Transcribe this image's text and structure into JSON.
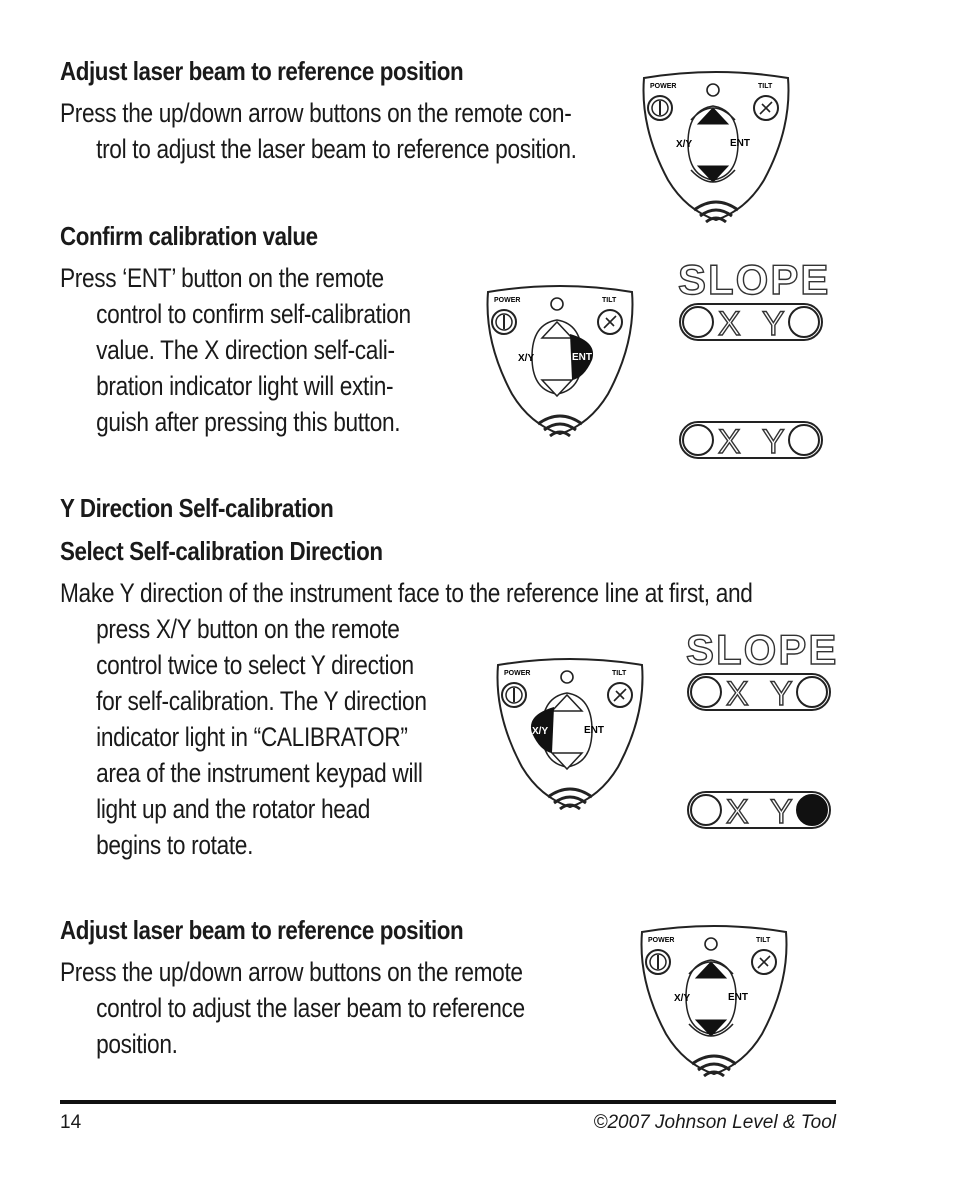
{
  "section1": {
    "heading": "Adjust laser beam to reference position",
    "lines": [
      "Press the up/down arrow buttons on the remote con-",
      "trol  to adjust the laser beam to reference position."
    ]
  },
  "section2": {
    "heading": "Confirm calibration value",
    "lines": [
      "Press ‘ENT’ button on the remote",
      "control to confirm self-calibration",
      "value.  The X direction self-cali-",
      "bration indicator light will extin-",
      "guish after pressing this button."
    ]
  },
  "section3": {
    "heading1": "Y Direction Self-calibration",
    "heading2": "Select Self-calibration Direction",
    "lines": [
      "Make Y direction of the instrument face to the reference line at first, and",
      "press X/Y button on the remote",
      "control twice to select Y direction",
      "for self-calibration.  The Y direction",
      "indicator light in “CALIBRATOR”",
      "area of the instrument keypad will",
      "light up and the rotator head",
      "begins to rotate."
    ]
  },
  "section4": {
    "heading": "Adjust laser beam to reference position",
    "lines": [
      "Press the up/down arrow buttons on the remote",
      "control  to adjust the laser beam to reference",
      "position."
    ]
  },
  "remote": {
    "power": "POWER",
    "tilt": "TILT",
    "xy": "X/Y",
    "ent": "ENT"
  },
  "display": {
    "slope": "SLOPE",
    "x": "X",
    "y": "Y"
  },
  "footer": {
    "page_number": "14",
    "copyright": "©2007 Johnson Level & Tool"
  }
}
